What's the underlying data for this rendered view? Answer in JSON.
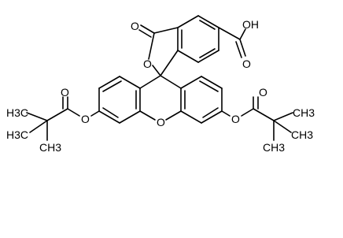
{
  "labels": {
    "lactone_carbonyl_O": "O",
    "lactone_ring_O": "O",
    "carboxyl_OH": "OH",
    "carboxyl_O": "O",
    "xanthene_O": "O",
    "left_ester_O": "O",
    "left_carbonyl_O": "O",
    "right_ester_O": "O",
    "right_carbonyl_O": "O",
    "left_methyl_1": "H3C",
    "left_methyl_2": "H3C",
    "left_methyl_3": "CH3",
    "right_methyl_1": "CH3",
    "right_methyl_2": "CH3",
    "right_methyl_3": "CH3"
  },
  "colors": {
    "bond": "#000000",
    "text": "#000000",
    "background": "#ffffff"
  }
}
